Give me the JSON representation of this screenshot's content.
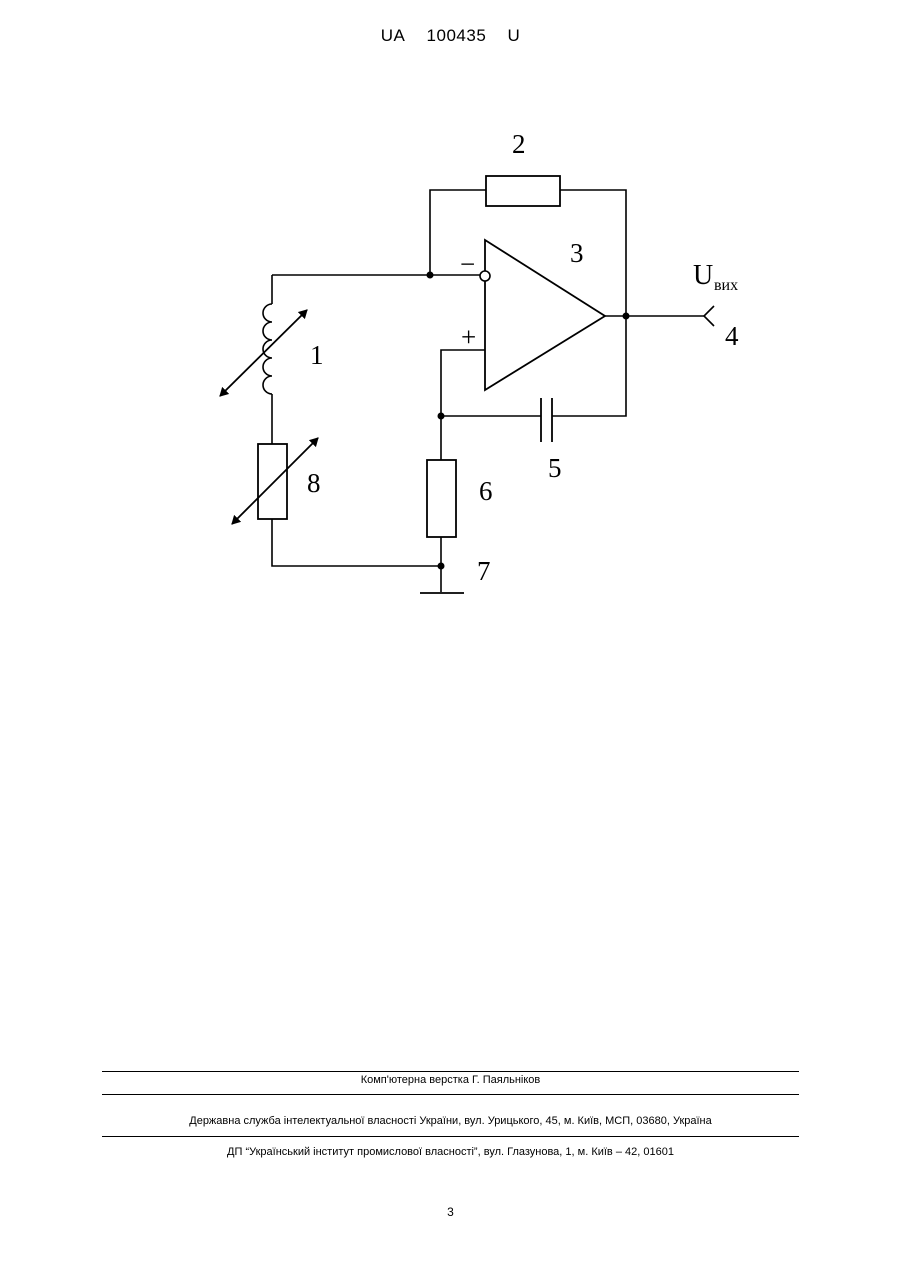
{
  "header": {
    "country": "UA",
    "number": "100435",
    "kind": "U"
  },
  "figure": {
    "labels": {
      "inductor": "1",
      "feedback_resistor": "2",
      "op_amp": "3",
      "output_terminal": "4",
      "capacitor": "5",
      "resistor": "6",
      "ground_node": "7",
      "variable_resistor": "8",
      "minus": "−",
      "plus": "+",
      "output_voltage": "U",
      "output_voltage_sub": "вих"
    }
  },
  "footer": {
    "typesetting": "Комп'ютерна верстка Г. Паяльніков",
    "office": "Державна служба інтелектуальної власності України, вул. Урицького, 45, м. Київ, МСП, 03680, Україна",
    "institute": "ДП “Український інститут промислової власності”, вул. Глазунова, 1, м. Київ – 42, 01601"
  },
  "page_number": "3"
}
